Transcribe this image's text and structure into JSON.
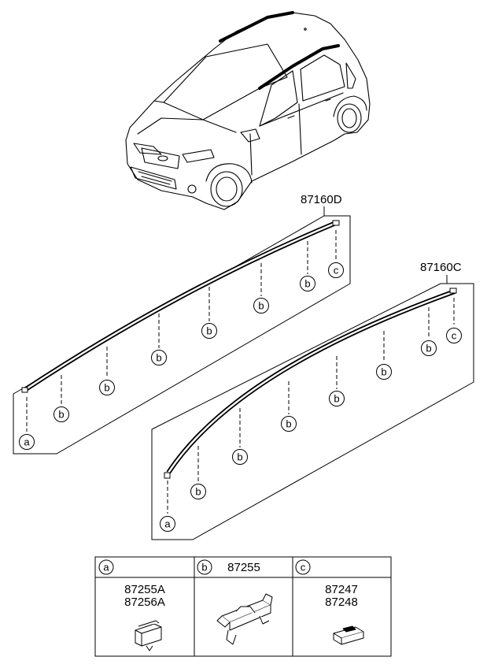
{
  "assemblies": {
    "driver_side": {
      "part_number": "87160D"
    },
    "passenger_side": {
      "part_number": "87160C"
    }
  },
  "callouts": {
    "a": "a",
    "b": "b",
    "c": "c"
  },
  "legend": {
    "columns": [
      {
        "key": "a",
        "header": "",
        "parts": [
          "87255A",
          "87256A"
        ]
      },
      {
        "key": "b",
        "header": "87255",
        "parts": []
      },
      {
        "key": "c",
        "header": "",
        "parts": [
          "87247",
          "87248"
        ]
      }
    ]
  }
}
